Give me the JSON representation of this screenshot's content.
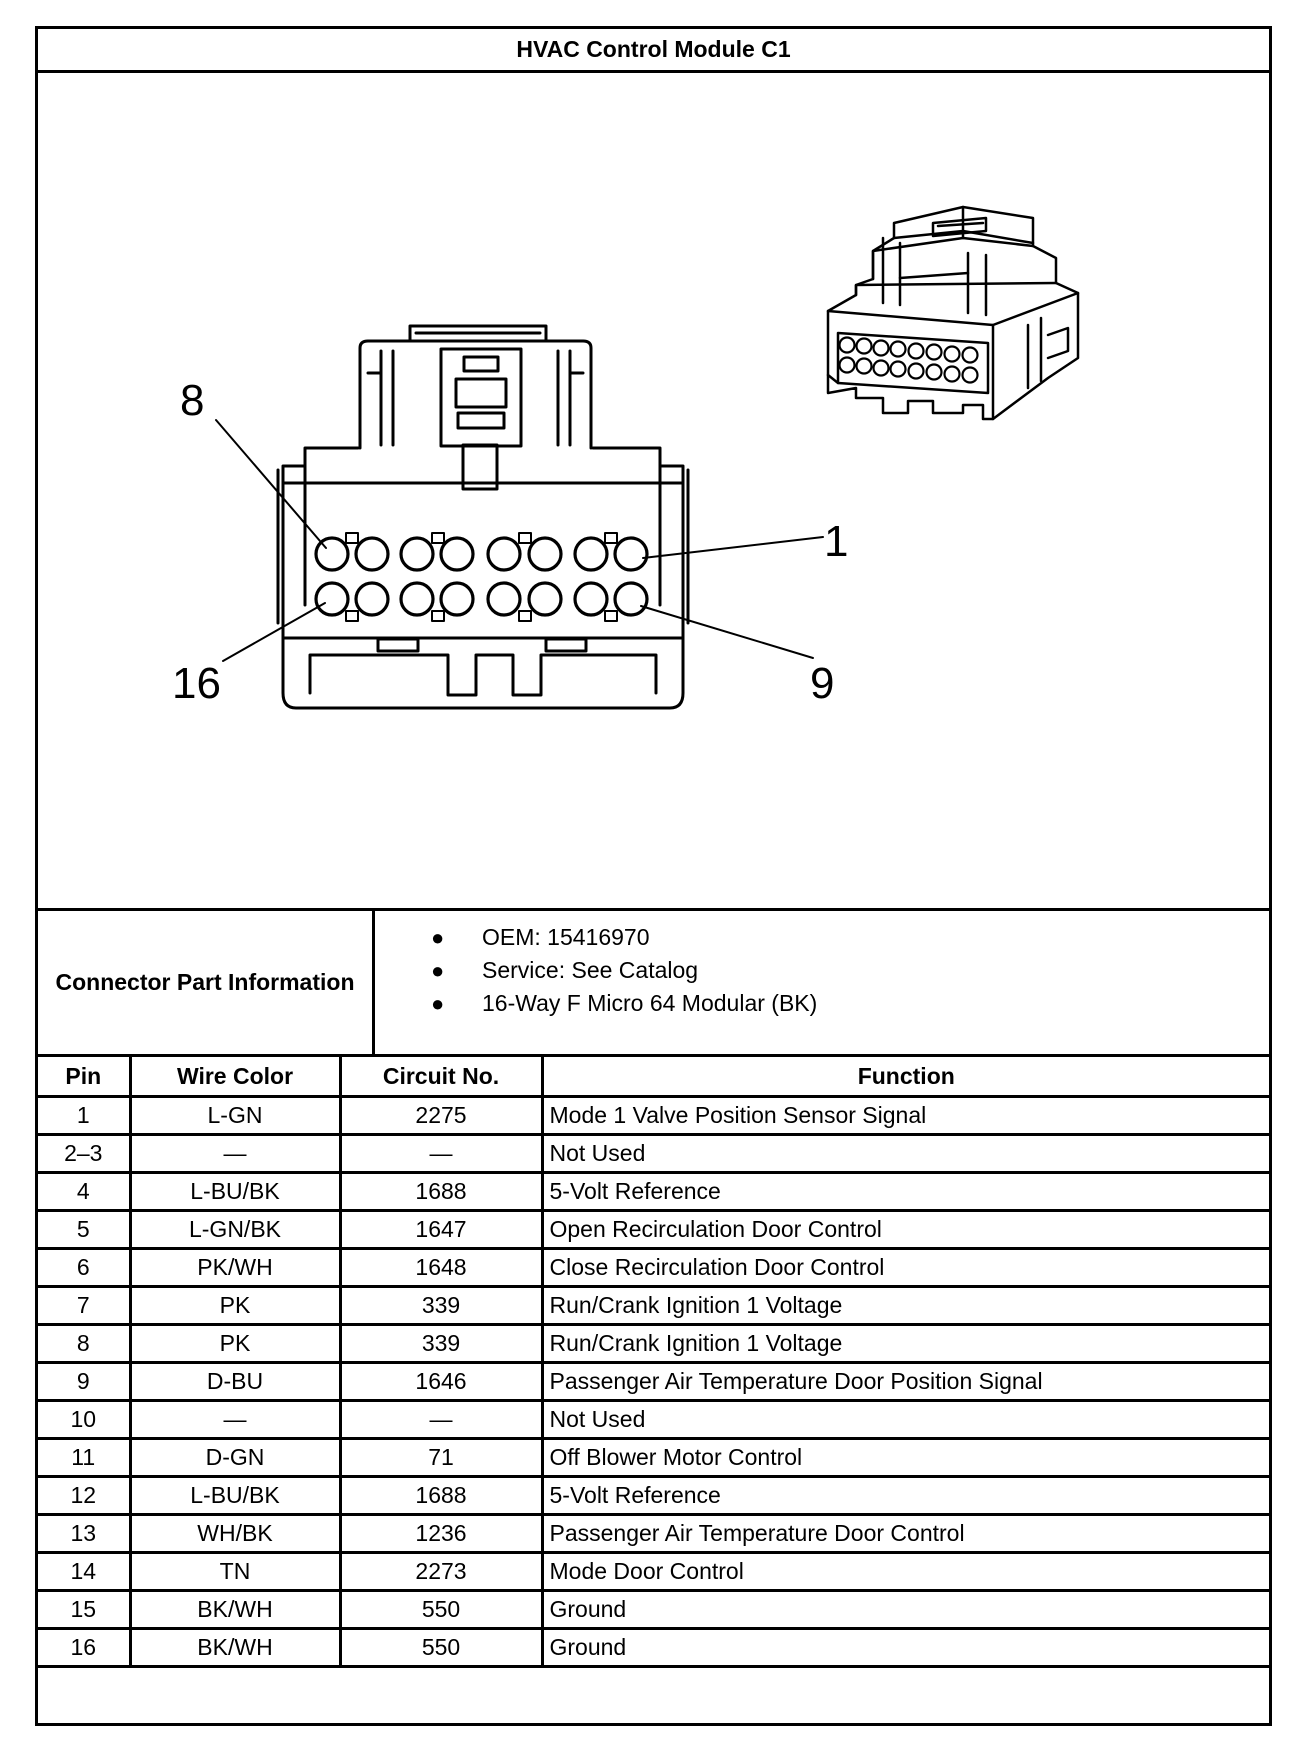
{
  "title": "HVAC Control Module C1",
  "figure": {
    "labels": {
      "top_left": "8",
      "top_right": "1",
      "bottom_left": "16",
      "bottom_right": "9"
    }
  },
  "connector_info": {
    "label": "Connector Part Information",
    "items": [
      "OEM: 15416970",
      "Service: See Catalog",
      "16-Way F Micro 64 Modular (BK)"
    ]
  },
  "table": {
    "headers": [
      "Pin",
      "Wire Color",
      "Circuit No.",
      "Function"
    ],
    "rows": [
      [
        "1",
        "L-GN",
        "2275",
        "Mode 1 Valve Position Sensor Signal"
      ],
      [
        "2–3",
        "—",
        "—",
        "Not Used"
      ],
      [
        "4",
        "L-BU/BK",
        "1688",
        "5-Volt Reference"
      ],
      [
        "5",
        "L-GN/BK",
        "1647",
        "Open Recirculation Door Control"
      ],
      [
        "6",
        "PK/WH",
        "1648",
        "Close Recirculation Door Control"
      ],
      [
        "7",
        "PK",
        "339",
        "Run/Crank Ignition 1 Voltage"
      ],
      [
        "8",
        "PK",
        "339",
        "Run/Crank Ignition 1 Voltage"
      ],
      [
        "9",
        "D-BU",
        "1646",
        "Passenger Air Temperature Door Position Signal"
      ],
      [
        "10",
        "—",
        "—",
        "Not Used"
      ],
      [
        "11",
        "D-GN",
        "71",
        "Off Blower Motor Control"
      ],
      [
        "12",
        "L-BU/BK",
        "1688",
        "5-Volt Reference"
      ],
      [
        "13",
        "WH/BK",
        "1236",
        "Passenger Air Temperature Door Control"
      ],
      [
        "14",
        "TN",
        "2273",
        "Mode Door Control"
      ],
      [
        "15",
        "BK/WH",
        "550",
        "Ground"
      ],
      [
        "16",
        "BK/WH",
        "550",
        "Ground"
      ]
    ]
  }
}
